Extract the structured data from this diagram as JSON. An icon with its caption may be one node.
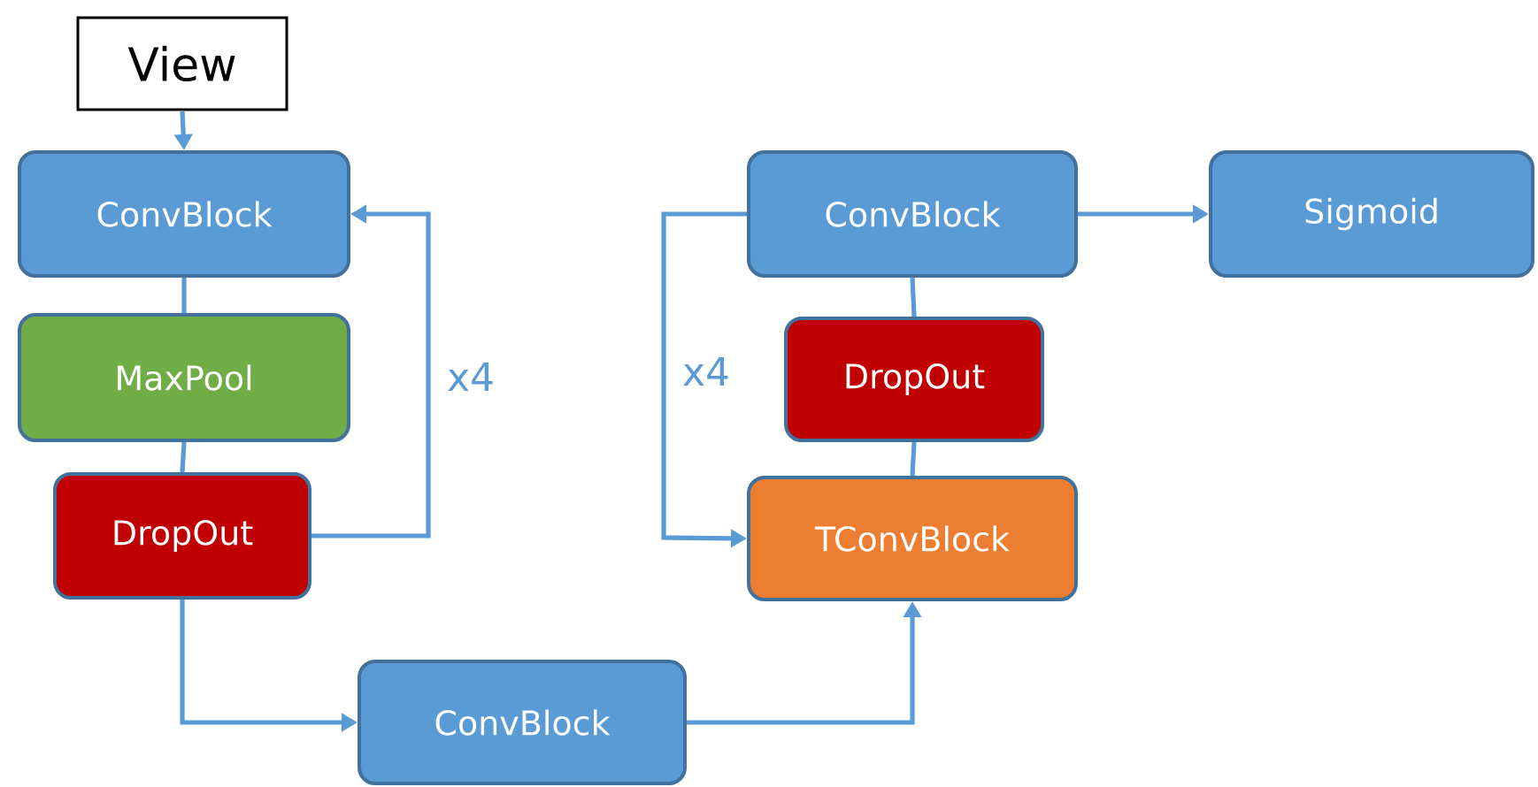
{
  "diagram": {
    "nodes": [
      {
        "text": [
          "View"
        ]
      },
      {
        "text": [
          "ConvBlock"
        ]
      },
      {
        "text": [
          "MaxPool"
        ]
      },
      {
        "text": [
          "DropOut"
        ]
      },
      {
        "text": [
          "ConvBlock"
        ]
      },
      {
        "text": [
          "TConvBlock"
        ]
      },
      {
        "text": [
          "DropOut"
        ]
      },
      {
        "text": [
          "ConvBlock"
        ]
      },
      {
        "text": [
          "Sigmoid"
        ]
      }
    ],
    "edges": [
      {
        "from": 0,
        "to": 1,
        "arrow": "to"
      },
      {
        "from": 1,
        "to": 2,
        "arrow": "none"
      },
      {
        "from": 2,
        "to": 3,
        "arrow": "none"
      },
      {
        "from": 3,
        "to": 1,
        "arrow": "to",
        "label": "x4"
      },
      {
        "from": 3,
        "to": 4,
        "arrow": "to"
      },
      {
        "from": 4,
        "to": 5,
        "arrow": "to"
      },
      {
        "from": 5,
        "to": 6,
        "arrow": "none"
      },
      {
        "from": 6,
        "to": 7,
        "arrow": "none"
      },
      {
        "from": 7,
        "to": 5,
        "arrow": "to",
        "label": "x4"
      },
      {
        "from": 7,
        "to": 8,
        "arrow": "to"
      }
    ]
  }
}
